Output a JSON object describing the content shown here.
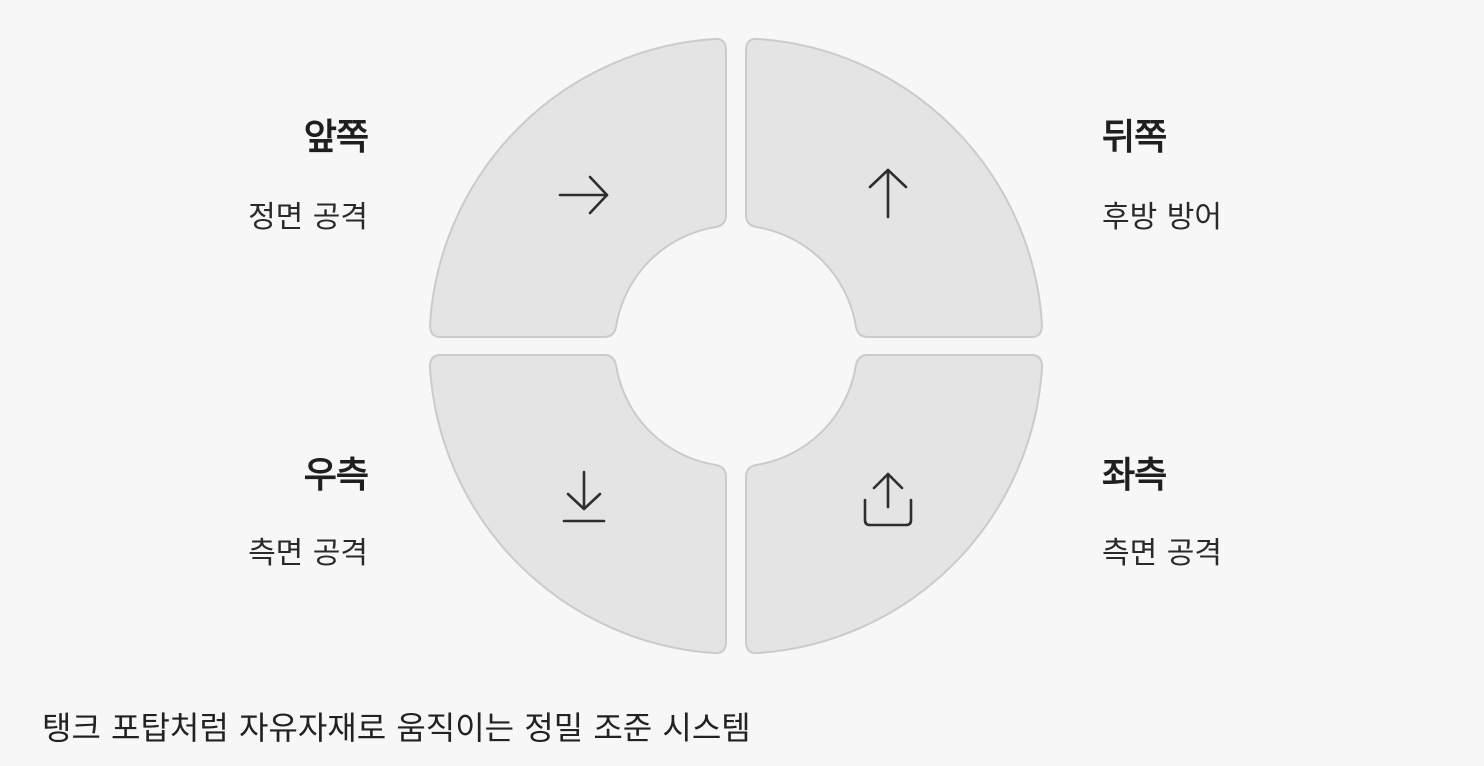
{
  "quadrants": [
    {
      "title": "앞쪽",
      "subtitle": "정면 공격",
      "icon": "arrow-right-icon"
    },
    {
      "title": "뒤쪽",
      "subtitle": "후방 방어",
      "icon": "arrow-up-icon"
    },
    {
      "title": "우측",
      "subtitle": "측면 공격",
      "icon": "arrow-down-to-line-icon"
    },
    {
      "title": "좌측",
      "subtitle": "측면 공격",
      "icon": "share-upload-icon"
    }
  ],
  "caption": "탱크 포탑처럼 자유자재로 움직이는 정밀 조준 시스템",
  "colors": {
    "background": "#f7f7f7",
    "segment_fill": "#e4e4e4",
    "segment_stroke": "#cbcbcb",
    "text": "#222222"
  }
}
